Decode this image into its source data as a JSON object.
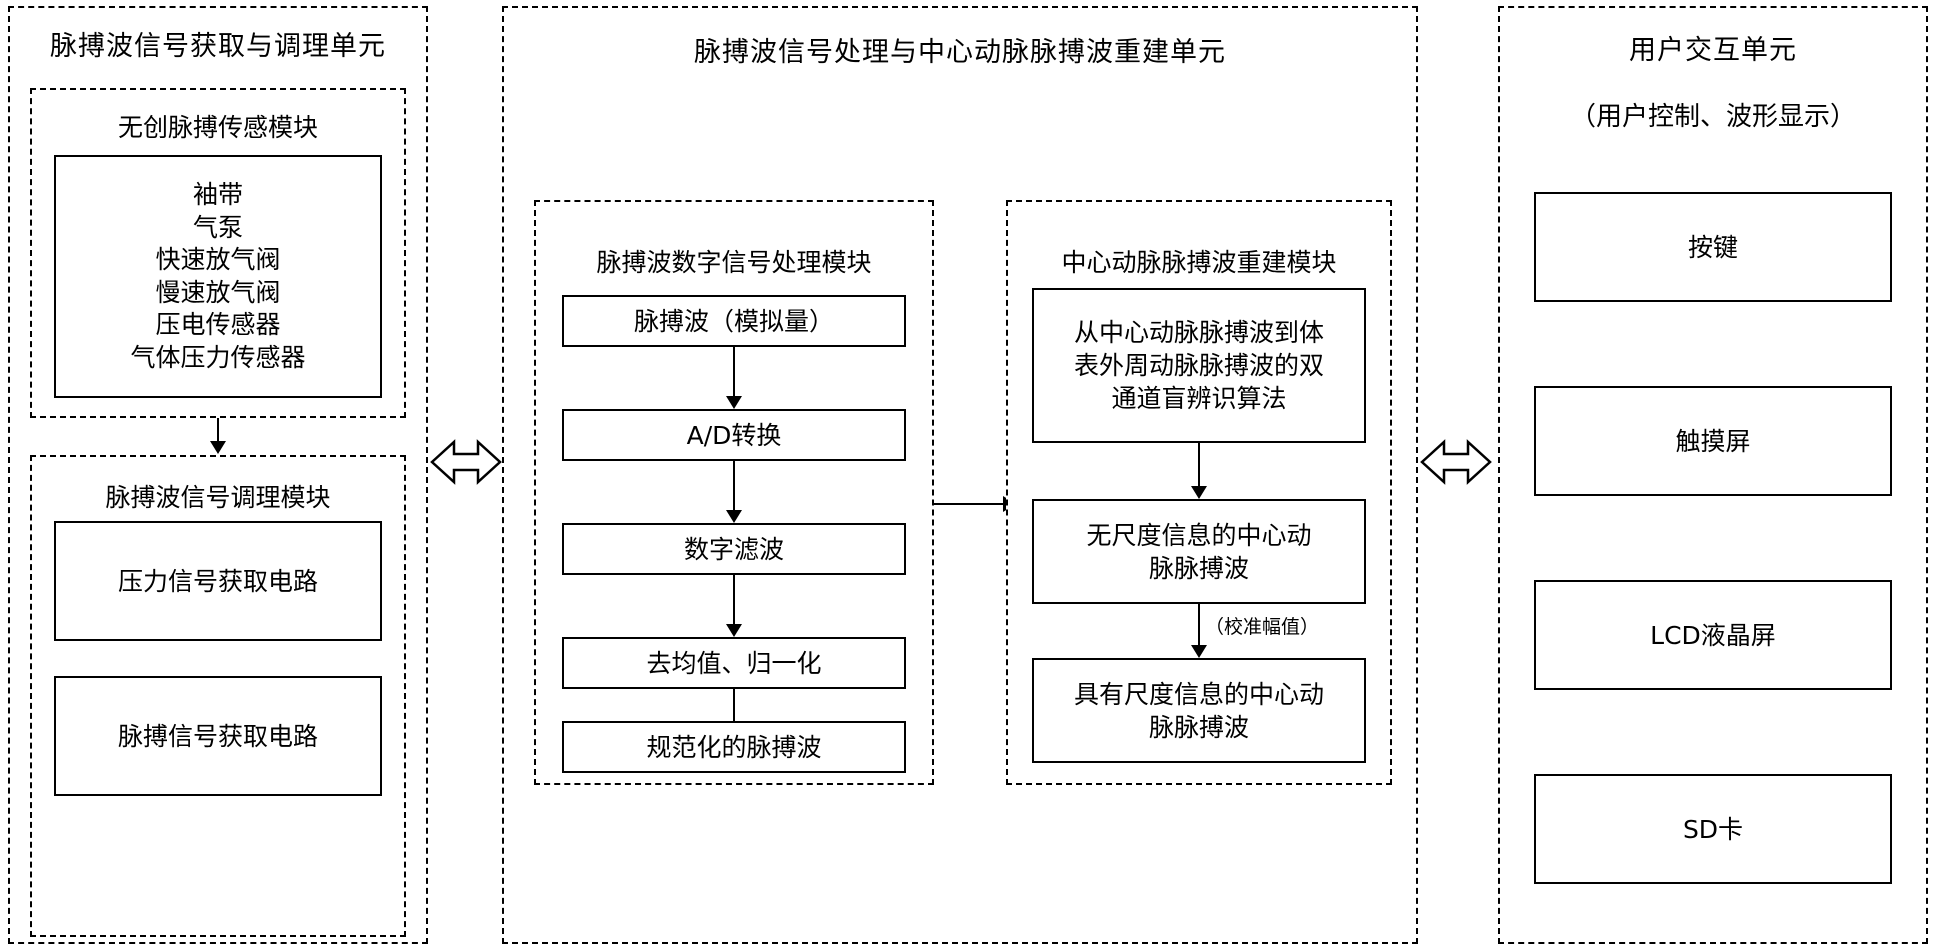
{
  "diagram": {
    "units": [
      {
        "id": "acquisition",
        "title": "脉搏波信号获取与调理单元",
        "modules": [
          {
            "id": "noninvasive-sensing",
            "title": "无创脉搏传感模块",
            "items": [
              "袖带",
              "气泵",
              "快速放气阀",
              "慢速放气阀",
              "压电传感器",
              "气体压力传感器"
            ]
          },
          {
            "id": "signal-conditioning",
            "title": "脉搏波信号调理模块",
            "items": [
              "压力信号获取电路",
              "脉搏信号获取电路"
            ]
          }
        ]
      },
      {
        "id": "processing",
        "title": "脉搏波信号处理与中心动脉脉搏波重建单元",
        "modules": [
          {
            "id": "dsp",
            "title": "脉搏波数字信号处理模块",
            "items": [
              "脉搏波（模拟量）",
              "A/D转换",
              "数字滤波",
              "去均值、归一化",
              "规范化的脉搏波"
            ]
          },
          {
            "id": "reconstruction",
            "title": "中心动脉脉搏波重建模块",
            "items": [
              "从中心动脉脉搏波到体\n表外周动脉脉搏波的双\n通道盲辨识算法",
              "无尺度信息的中心动\n脉脉搏波",
              "具有尺度信息的中心动\n脉脉搏波"
            ],
            "annotation": "（校准幅值）"
          }
        ]
      },
      {
        "id": "interaction",
        "title": "用户交互单元",
        "subtitle": "（用户控制、波形显示）",
        "items": [
          "按键",
          "触摸屏",
          "LCD液晶屏",
          "SD卡"
        ]
      }
    ]
  }
}
